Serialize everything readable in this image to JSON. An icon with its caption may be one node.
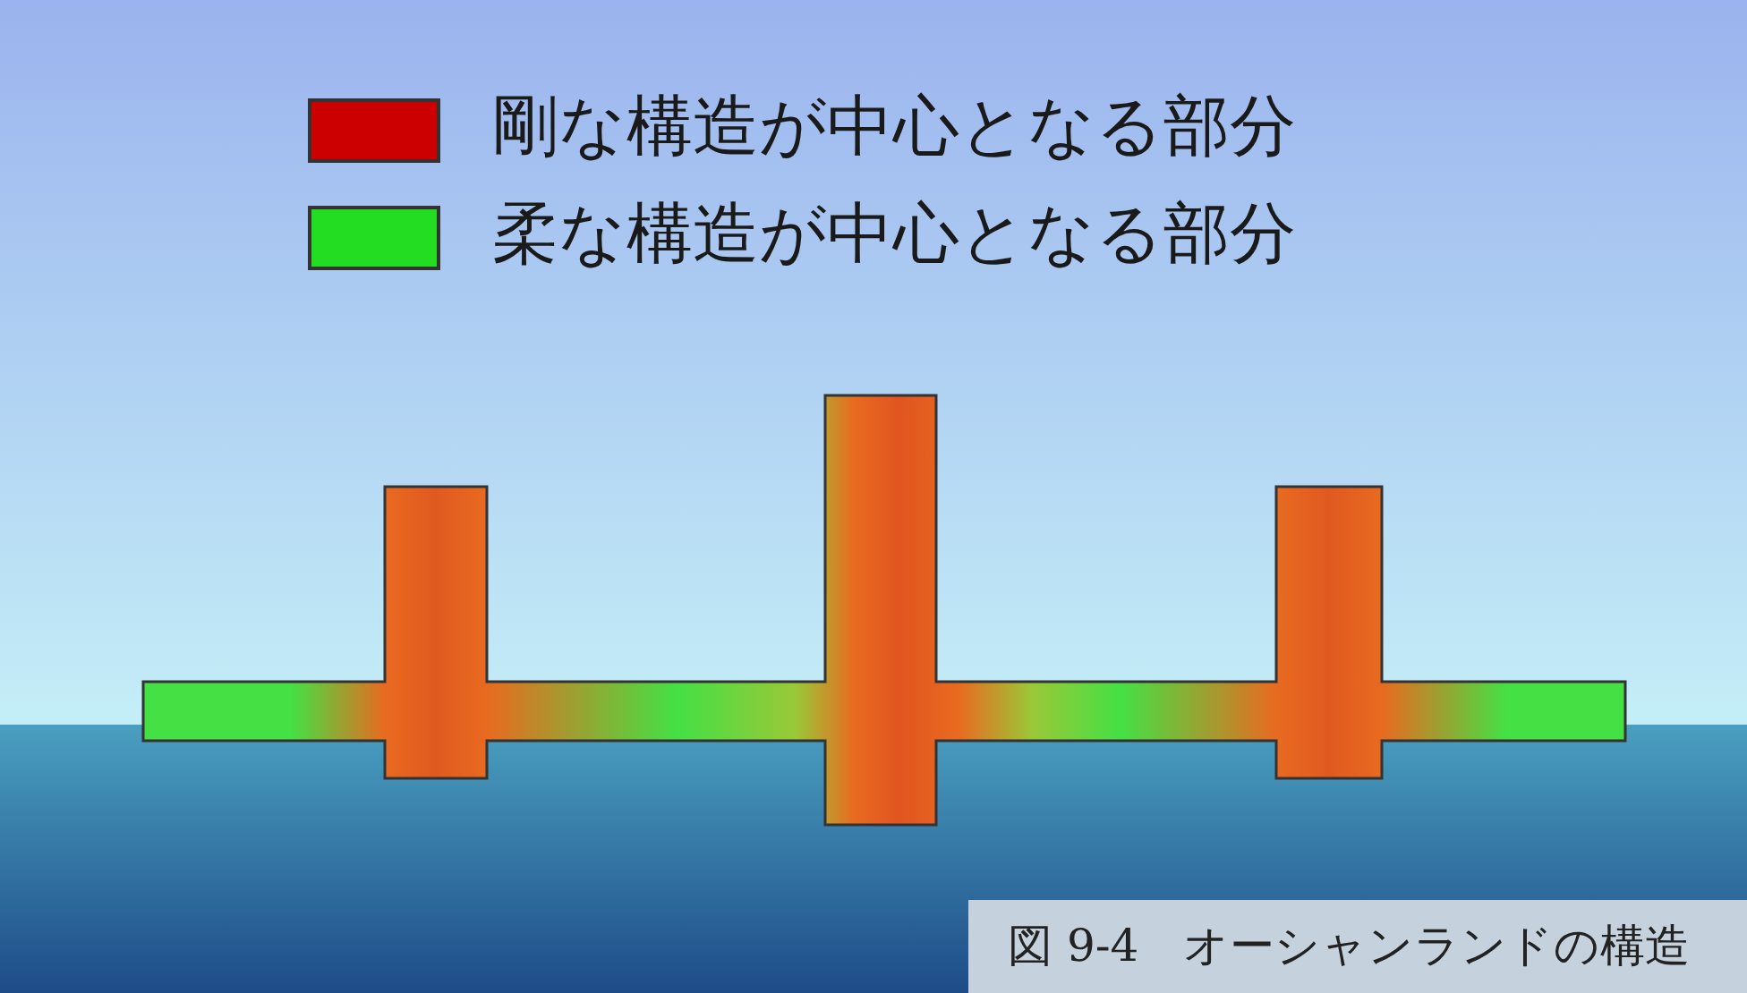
{
  "diagram": {
    "caption": "図 9-4　オーシャンランドの構造",
    "legend": [
      {
        "text": "剛な構造が中心となる部分",
        "color": "#cc0000"
      },
      {
        "text": "柔な構造が中心となる部分",
        "color": "#22dd22"
      }
    ]
  }
}
